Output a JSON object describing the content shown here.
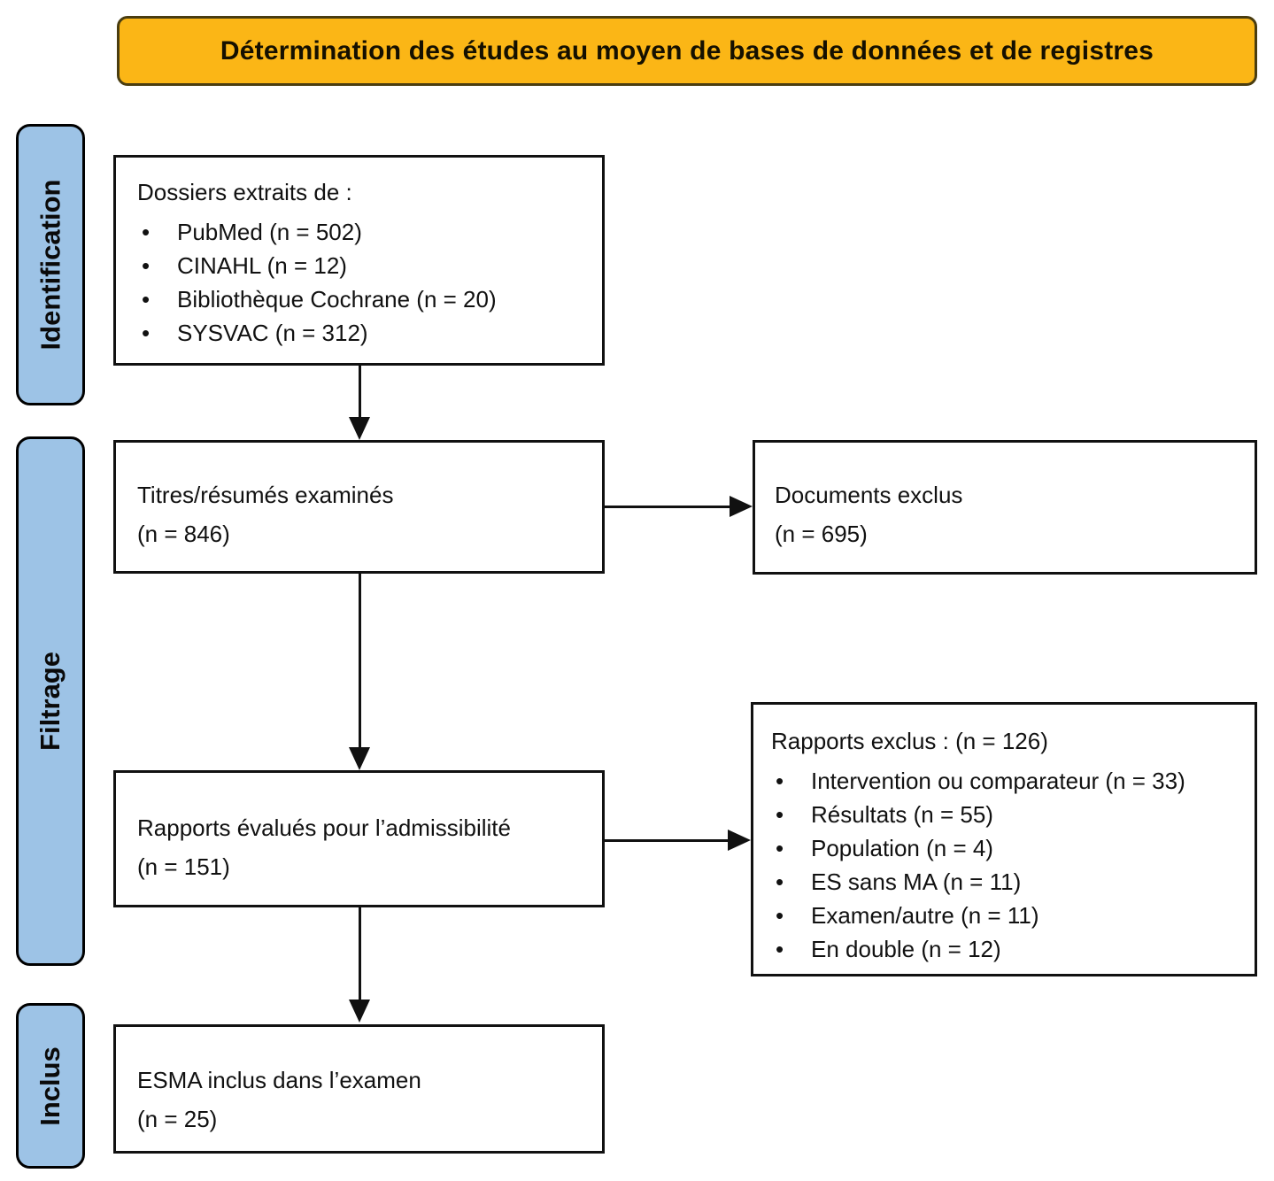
{
  "header": {
    "title": "Détermination des études au moyen de bases de données et de registres"
  },
  "colors": {
    "banner_bg": "#FBB616",
    "banner_border": "#4A3D10",
    "stage_bg": "#9DC3E6",
    "box_border": "#111111",
    "text": "#111111"
  },
  "stages": [
    {
      "label": "Identification"
    },
    {
      "label": "Filtrage"
    },
    {
      "label": "Inclus"
    }
  ],
  "boxes": {
    "records": {
      "title": "Dossiers extraits de :",
      "items": [
        "PubMed (n = 502)",
        "CINAHL (n = 12)",
        "Bibliothèque Cochrane (n = 20)",
        "SYSVAC (n = 312)"
      ]
    },
    "screened": {
      "line1": "Titres/résumés examinés",
      "line2": "(n = 846)"
    },
    "documents_excluded": {
      "line1": "Documents exclus",
      "line2": "(n = 695)"
    },
    "assessed": {
      "line1": "Rapports évalués pour l’admissibilité",
      "line2": "(n = 151)"
    },
    "reports_excluded": {
      "title": "Rapports exclus : (n = 126)",
      "items": [
        "Intervention ou comparateur (n = 33)",
        "Résultats (n = 55)",
        "Population (n = 4)",
        "ES sans MA (n = 11)",
        "Examen/autre (n = 11)",
        "En double (n = 12)"
      ]
    },
    "included": {
      "line1": "ESMA inclus dans l’examen",
      "line2": "(n = 25)"
    }
  }
}
